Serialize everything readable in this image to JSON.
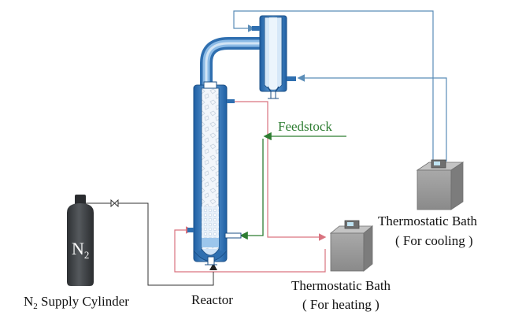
{
  "labels": {
    "feedstock": "Feedstock",
    "n2_symbol": "N",
    "n2_subscript": "2",
    "cylinder_caption_main": "N",
    "cylinder_caption_sub": "2",
    "cylinder_caption_rest": " Supply Cylinder",
    "reactor": "Reactor",
    "bath_cooling_title": "Thermostatic Bath",
    "bath_cooling_sub": "( For cooling )",
    "bath_heating_title": "Thermostatic Bath",
    "bath_heating_sub": "( For heating )"
  },
  "colors": {
    "cooling_line": "#5b8db8",
    "heating_line": "#d9737f",
    "feed_line": "#2e7d32",
    "gas_line": "#333333",
    "vessel_blue": "#2f6fb0",
    "vessel_fill": "#cfe3f7",
    "equipment_gray": "#9a9a9a",
    "cylinder": "#3a3d40"
  }
}
